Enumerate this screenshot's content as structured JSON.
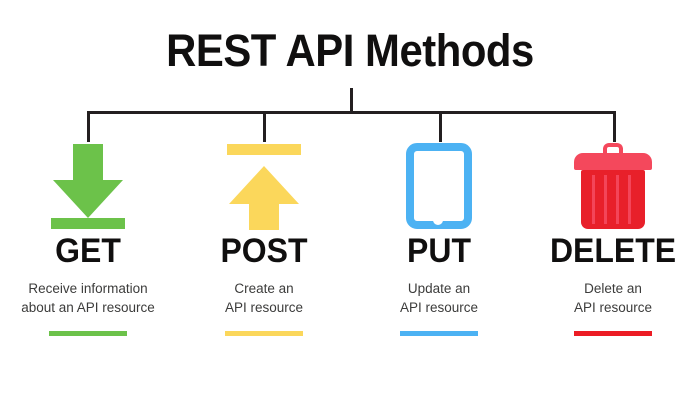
{
  "title": "REST API Methods",
  "colors": {
    "green": "#6cc24a",
    "yellow": "#fbd75b",
    "blue": "#4cb2f3",
    "red": "#ec1c24",
    "red_light": "#f4485c",
    "red_dark": "#e8202a",
    "line": "#231f20",
    "text_dark": "#100f0f",
    "text_body": "#3c3c3b"
  },
  "methods": [
    {
      "label": "GET",
      "icon": "download-arrow-icon",
      "color": "#6cc24a",
      "desc_line1": "Receive information",
      "desc_line2": "about an API resource"
    },
    {
      "label": "POST",
      "icon": "upload-arrow-icon",
      "color": "#fbd75b",
      "desc_line1": "Create an",
      "desc_line2": "API resource"
    },
    {
      "label": "PUT",
      "icon": "tablet-device-icon",
      "color": "#4cb2f3",
      "desc_line1": "Update an",
      "desc_line2": "API resource"
    },
    {
      "label": "DELETE",
      "icon": "trash-can-icon",
      "color": "#ec1c24",
      "desc_line1": "Delete an",
      "desc_line2": "API resource"
    }
  ]
}
